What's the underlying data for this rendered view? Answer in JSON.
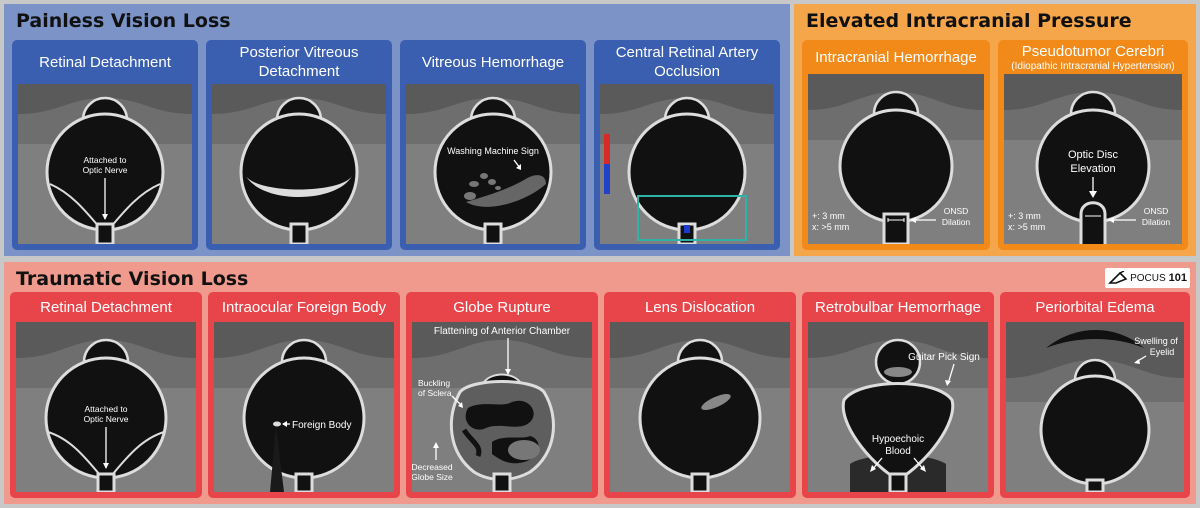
{
  "sections": {
    "painless": {
      "title": "Painless Vision Loss",
      "color": "#7b93c6",
      "card_color": "#3a5fb0"
    },
    "icp": {
      "title": "Elevated Intracranial Pressure",
      "color": "#f5a54a",
      "card_color": "#f28a1a"
    },
    "traumatic": {
      "title": "Traumatic Vision Loss",
      "color": "#f09a8e",
      "card_color": "#e8454a"
    }
  },
  "logo": {
    "text": "POCUS",
    "number": "101"
  },
  "cards": {
    "p1": {
      "title": "Retinal Detachment",
      "annotation": [
        "Attached to",
        "Optic Nerve"
      ]
    },
    "p2": {
      "title": "Posterior Vitreous Detachment"
    },
    "p3": {
      "title": "Vitreous Hemorrhage",
      "annotation": "Washing Machine Sign"
    },
    "p4": {
      "title": "Central Retinal Artery Occlusion"
    },
    "i1": {
      "title": "Intracranial Hemorrhage",
      "measure_1": "+: 3 mm",
      "measure_2": "x: >5 mm",
      "annotation": [
        "ONSD",
        "Dilation"
      ]
    },
    "i2": {
      "title": "Pseudotumor Cerebri",
      "subtitle": "(Idiopathic Intracranial Hypertension)",
      "top_annotation": [
        "Optic Disc",
        "Elevation"
      ],
      "measure_1": "+: 3 mm",
      "measure_2": "x: >5 mm",
      "annotation": [
        "ONSD",
        "Dilation"
      ]
    },
    "t1": {
      "title": "Retinal Detachment",
      "annotation": [
        "Attached to",
        "Optic Nerve"
      ]
    },
    "t2": {
      "title": "Intraocular Foreign Body",
      "annotation": "Foreign Body"
    },
    "t3": {
      "title": "Globe Rupture",
      "annotation_top": "Flattening of Anterior Chamber",
      "annotation_left": [
        "Buckling",
        "of Sclera"
      ],
      "annotation_bottom": [
        "Decreased",
        "Globe Size"
      ]
    },
    "t4": {
      "title": "Lens Dislocation"
    },
    "t5": {
      "title": "Retrobulbar Hemorrhage",
      "annotation_top": "Guitar Pick Sign",
      "annotation_bottom": [
        "Hypoechoic",
        "Blood"
      ]
    },
    "t6": {
      "title": "Periorbital Edema",
      "annotation": [
        "Swelling of",
        "Eyelid"
      ]
    }
  }
}
